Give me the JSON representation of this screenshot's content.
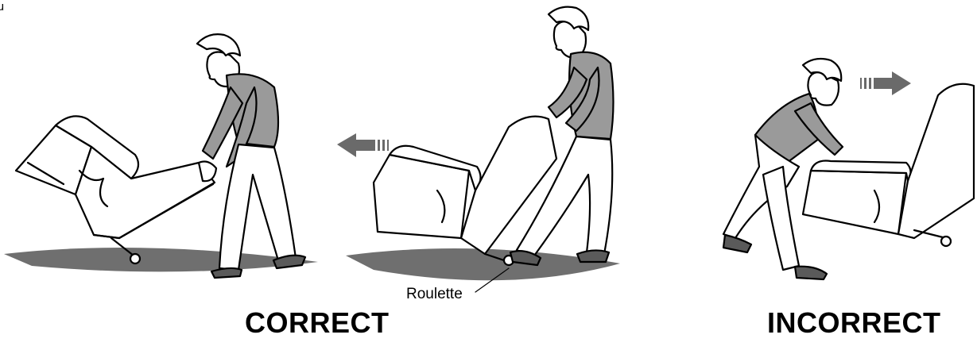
{
  "labels": {
    "correct": "CORRECT",
    "incorrect": "INCORRECT",
    "roulette": "Roulette"
  },
  "colors": {
    "shadow": "#6f6f6f",
    "sweater": "#9a9a9a",
    "shoe": "#5a5a5a",
    "outline": "#000000",
    "chair": "#ffffff"
  },
  "icons": {
    "arrow_left": "arrow-left-icon",
    "arrow_right": "arrow-right-icon"
  }
}
